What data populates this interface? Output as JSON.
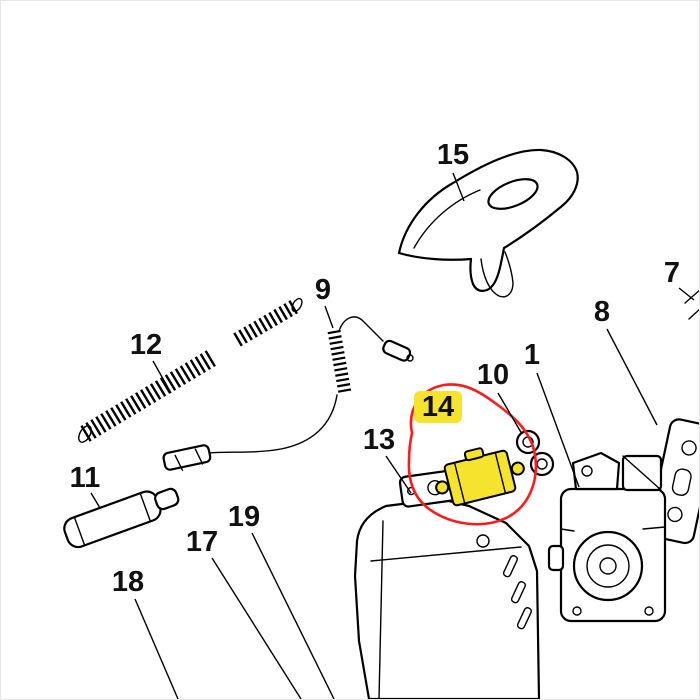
{
  "diagram": {
    "type": "exploded-parts-diagram",
    "background": "#ffffff",
    "line_color": "#000000",
    "highlight_fill": "#f6e32e",
    "highlight_outline": "#ff1a1a",
    "labels": {
      "p1": "1",
      "p7": "7",
      "p8": "8",
      "p9": "9",
      "p10": "10",
      "p11": "11",
      "p12": "12",
      "p13": "13",
      "p14": "14",
      "p15": "15",
      "p17": "17",
      "p18": "18",
      "p19": "19"
    }
  }
}
